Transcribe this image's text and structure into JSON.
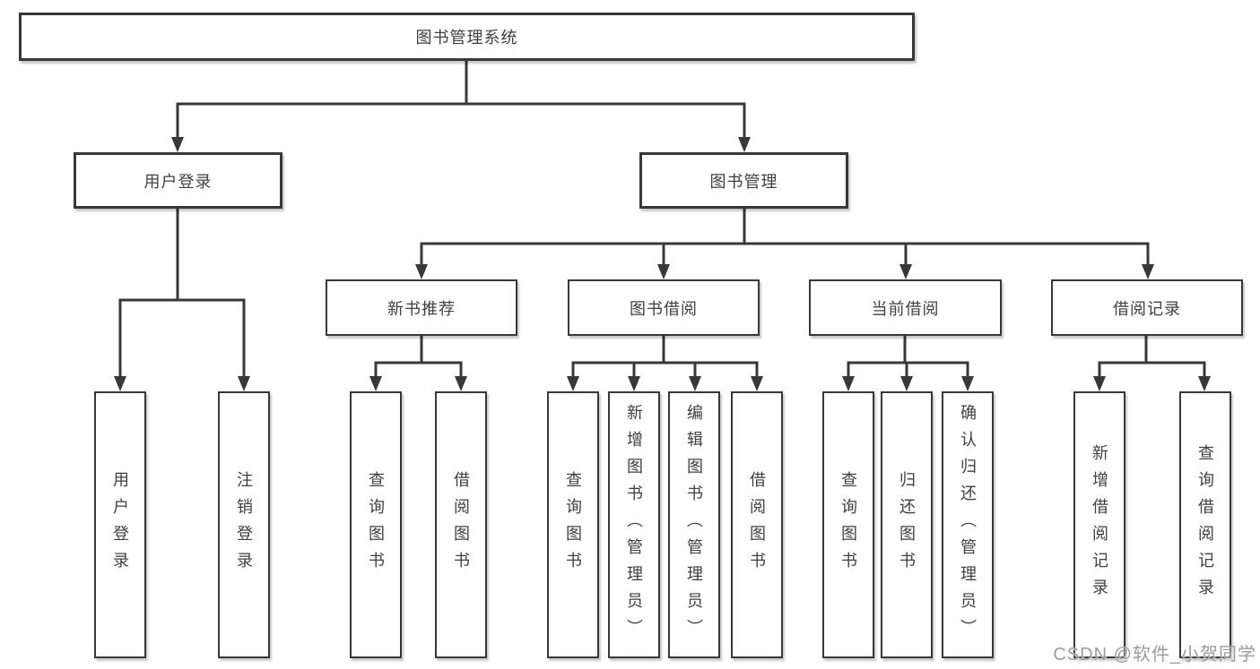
{
  "colors": {
    "background": "#ffffff",
    "line": "#383838",
    "box_border": "#383838",
    "text": "#404040",
    "watermark": "#9c9c9c"
  },
  "diagram": {
    "root": {
      "label": "图书管理系统"
    },
    "level2": [
      {
        "label": "用户登录",
        "children": [
          {
            "label": "用户登录"
          },
          {
            "label": "注销登录"
          }
        ]
      },
      {
        "label": "图书管理"
      }
    ],
    "level3": [
      {
        "label": "新书推荐",
        "children": [
          {
            "label": "查询图书"
          },
          {
            "label": "借阅图书"
          }
        ]
      },
      {
        "label": "图书借阅",
        "children": [
          {
            "label": "查询图书"
          },
          {
            "label": "新增图书（管理员）"
          },
          {
            "label": "编辑图书（管理员）"
          },
          {
            "label": "借阅图书"
          }
        ]
      },
      {
        "label": "当前借阅",
        "children": [
          {
            "label": "查询图书"
          },
          {
            "label": "归还图书"
          },
          {
            "label": "确认归还（管理员）"
          }
        ]
      },
      {
        "label": "借阅记录",
        "children": [
          {
            "label": "新增借阅记录"
          },
          {
            "label": "查询借阅记录"
          }
        ]
      }
    ]
  },
  "watermark": {
    "text": "CSDN @软件_小贺同学"
  }
}
